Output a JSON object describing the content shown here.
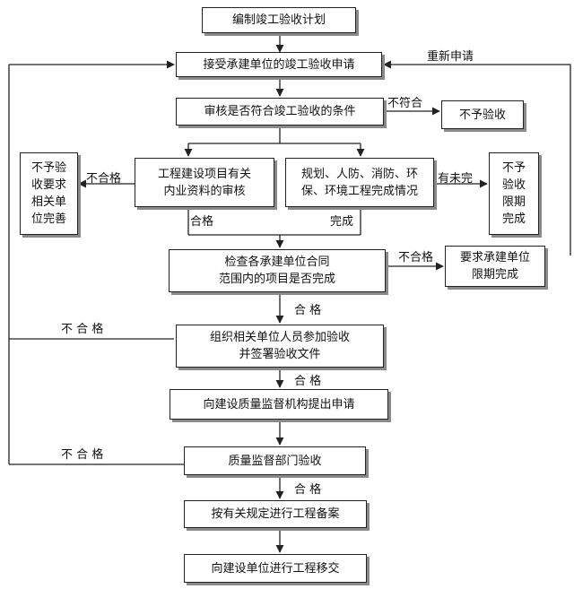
{
  "nodes": {
    "n1": "编制竣工验收计划",
    "n2": "接受承建单位的竣工验收申请",
    "n3": "审核是否符合竣工验收的条件",
    "n4": "不予验收",
    "n5a": "工程建设项目有关",
    "n5b": "内业资料的审核",
    "n6a": "规划、人防、消防、环",
    "n6b": "保、环境工程完成情况",
    "n7a": "不予验",
    "n7b": "收要求",
    "n7c": "相关单",
    "n7d": "位完善",
    "n8a": "不予",
    "n8b": "验收",
    "n8c": "限期",
    "n8d": "完成",
    "n9a": "检查各承建单位合同",
    "n9b": "范围内的项目是否完成",
    "n10a": "要求承建单位",
    "n10b": "限期完成",
    "n11a": "组织相关单位人员参加验收",
    "n11b": "并签署验收文件",
    "n12": "向建设质量监督机构提出申请",
    "n13": "质量监督部门验收",
    "n14": "按有关规定进行工程备案",
    "n15": "向建设单位进行工程移交"
  },
  "labels": {
    "reapply": "重新申请",
    "not_compliant": "不符合",
    "fail_left": "不合格",
    "not_complete": "有未完",
    "pass_a": "合格",
    "complete": "完成",
    "fail_right": "不合格",
    "pass_b": "合 格",
    "fail_c": "不 合 格",
    "pass_c": "合 格",
    "fail_d": "不 合 格",
    "pass_d": "合 格"
  }
}
